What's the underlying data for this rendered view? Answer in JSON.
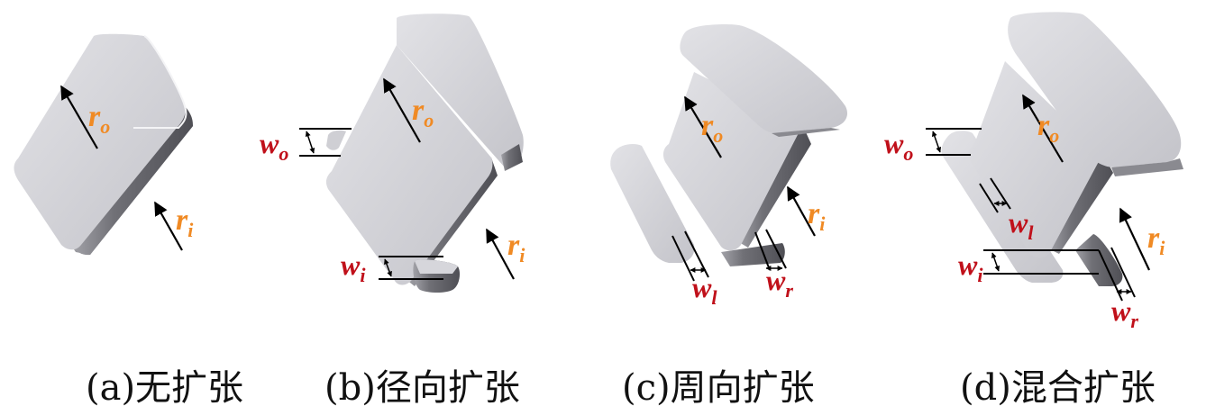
{
  "panels": [
    {
      "id": "a",
      "caption": "(a)无扩张"
    },
    {
      "id": "b",
      "caption": "(b)径向扩张"
    },
    {
      "id": "c",
      "caption": "(c)周向扩张"
    },
    {
      "id": "d",
      "caption": "(d)混合扩张"
    }
  ],
  "symbols": {
    "r_o": {
      "base": "r",
      "sub": "o"
    },
    "r_i": {
      "base": "r",
      "sub": "i"
    },
    "w_o": {
      "base": "w",
      "sub": "o"
    },
    "w_i": {
      "base": "w",
      "sub": "i"
    },
    "w_l": {
      "base": "w",
      "sub": "l"
    },
    "w_r": {
      "base": "w",
      "sub": "r"
    }
  },
  "colors": {
    "radius_label": "#f08a24",
    "width_label": "#c0101a",
    "solid_light": "#d4d4d9",
    "solid_dark": "#5c5c62"
  }
}
